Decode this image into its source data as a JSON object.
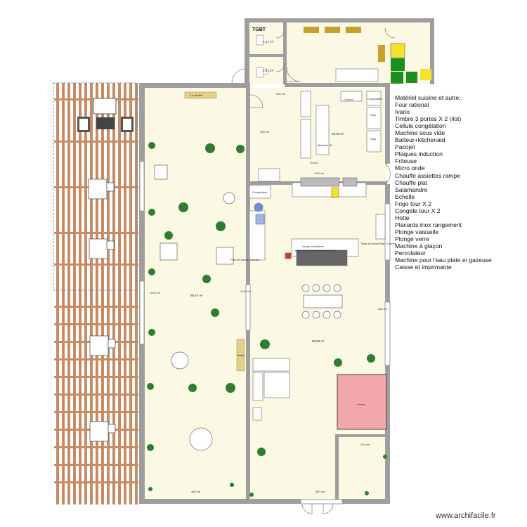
{
  "labels": {
    "tgbt": "TGBT",
    "area_small_1": "2,17 m²",
    "area_small_2": "1,91 m²",
    "area_dining_left": "86,57 m²",
    "area_dining_main": "89,08 m²",
    "area_kitchen": "29,95 m²",
    "buffet_top": "4 m Buffet",
    "buffet_side": "Buffet",
    "chariot": "Chariot",
    "frigo_1": "Frigo",
    "frigo_2": "Frigo",
    "congelation": "Congélation",
    "congelation_2": "Congélation",
    "machine_glace": "Machine Gl...",
    "dim_200": "200 cm",
    "dim_160": "160 cm",
    "dim_29": "29 cm",
    "dim_660": "660 cm",
    "dim_480": "480 cm",
    "dim_225": "225 cm",
    "dim_1500": "1500 cm",
    "dim_1010": "1010 cm",
    "dim_456": "456 cm",
    "rampe": "rampe chauffante",
    "plan_central": "plan central chauffe assiettes 1/2",
    "plan_travail_1": "Plan de travail 3 portes",
    "plan_travail_2": "Plan de travail frigo 3 portes",
    "scene": "Scène"
  },
  "equipment": {
    "title": "Matériel cuisine et autre:",
    "items": [
      "Four rational",
      "Ivario",
      "Timbre 3 portes X 2 (ilot)",
      "Cellule congélation",
      "Machine sous vide",
      "Batteur+kitchenaid",
      "Pacojet",
      "Plaques induction",
      "Friteuse",
      "Micro onde",
      "Chauffe assiettes rampe",
      "Chauffe plat",
      "Salamandre",
      "Echelle",
      "Frigo tour X 2",
      "Congèle tour X 2",
      "Hotte",
      "Placards inox rangement",
      "Plonge vaisselle",
      "Plonge verre",
      "Machine à glaçon",
      "Percolateur",
      "Machine pour l'eau plate et gazeuse",
      "Caisse et imprimante"
    ]
  },
  "watermark": "www.archifacile.fr",
  "colors": {
    "wall": "#9e9e9e",
    "floor": "#fbf8e4",
    "pergola": "#c98b63",
    "stage": "#f2a6ad",
    "plant": "#2e7d32",
    "yellow": "#f5e52a",
    "green": "#1d8f1d",
    "buffet": "#e6cf8a"
  }
}
